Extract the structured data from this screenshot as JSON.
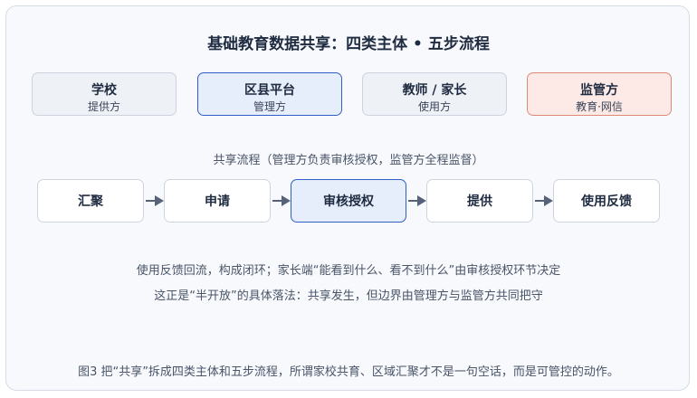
{
  "title": "基础教育数据共享：四类主体 • 五步流程",
  "entities": [
    {
      "name": "学校",
      "role": "提供方"
    },
    {
      "name": "区县平台",
      "role": "管理方"
    },
    {
      "name": "教师 / 家长",
      "role": "使用方"
    },
    {
      "name": "监管方",
      "role": "教育·网信"
    }
  ],
  "flow_caption": "共享流程（管理方负责审核授权，监管方全程监督）",
  "steps": [
    "汇聚",
    "申请",
    "审核授权",
    "提供",
    "使用反馈"
  ],
  "notes": [
    "使用反馈回流，构成闭环；家长端“能看到什么、看不到什么”由审核授权环节决定",
    "这正是“半开放”的具体落法：共享发生，但边界由管理方与监管方共同把守"
  ],
  "figure_caption": "图3   把“共享”拆成四类主体和五步流程，所谓家校共育、区域汇聚才不是一句空话，而是可管控的动作。",
  "colors": {
    "accent_blue": "#2f5fc4",
    "regulator_border": "#df8a78",
    "arrow": "#56627a"
  }
}
